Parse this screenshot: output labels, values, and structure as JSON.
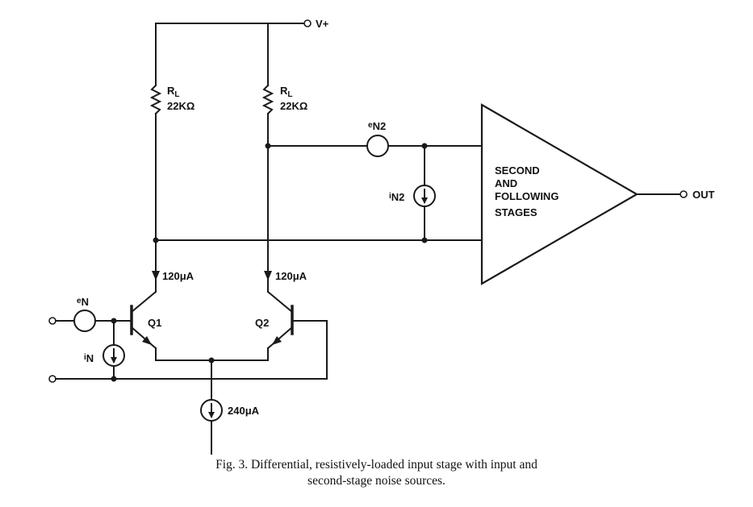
{
  "supply": {
    "label": "V+"
  },
  "output": {
    "label": "OUT"
  },
  "resistors": [
    {
      "name": "R",
      "subscript": "L",
      "value": "22KΩ"
    },
    {
      "name": "R",
      "subscript": "L",
      "value": "22KΩ"
    }
  ],
  "transistors": [
    {
      "label": "Q1"
    },
    {
      "label": "Q2"
    }
  ],
  "currents": {
    "left_branch": "120μA",
    "right_branch": "120μA",
    "tail": "240μA"
  },
  "noise_sources": {
    "input_voltage": {
      "base": "e",
      "subscript": "N"
    },
    "input_current": {
      "base": "i",
      "subscript": "N"
    },
    "second_stage_voltage": {
      "base": "e",
      "subscript": "N2"
    },
    "second_stage_current": {
      "base": "i",
      "subscript": "N2"
    }
  },
  "amplifier": {
    "lines": [
      "SECOND",
      "AND",
      "FOLLOWING",
      "STAGES"
    ]
  },
  "caption": {
    "line1": "Fig. 3.  Differential, resistively-loaded input stage with input and",
    "line2": "second-stage noise sources."
  }
}
